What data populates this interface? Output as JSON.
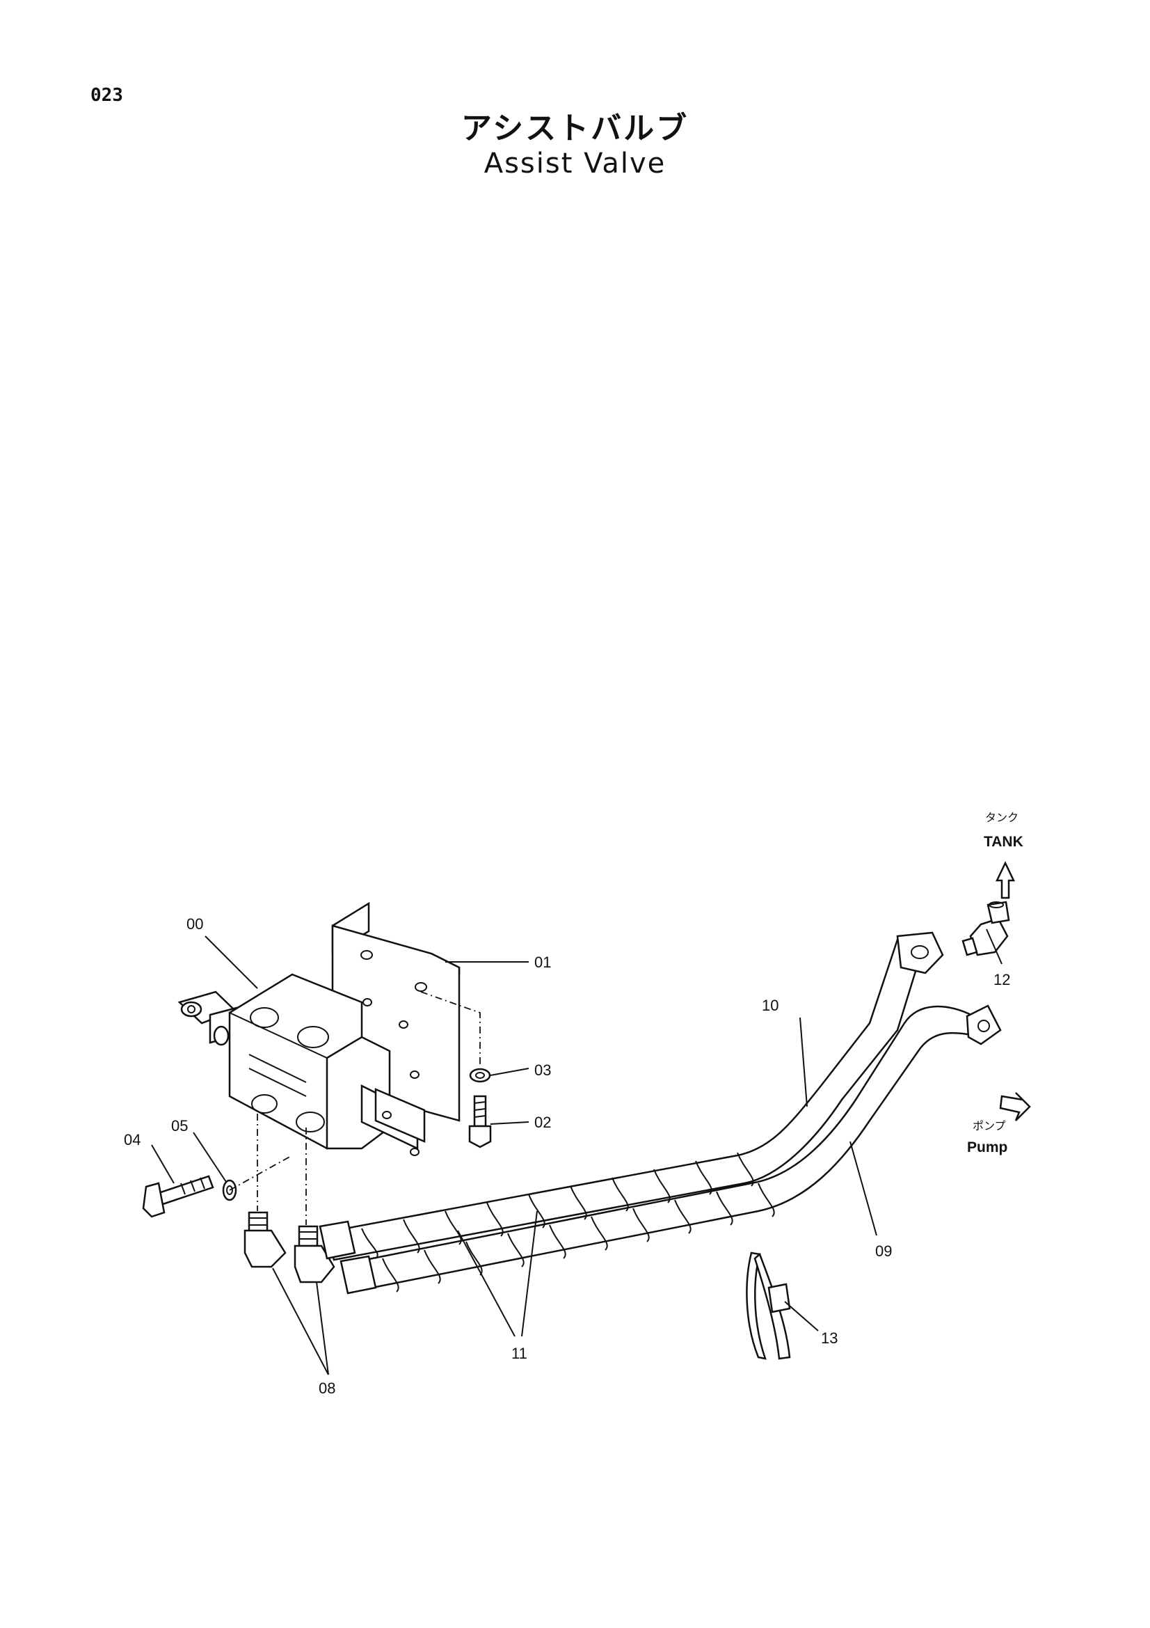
{
  "header": {
    "page_number": "023",
    "title_jp": "アシストバルブ",
    "title_en": "Assist Valve"
  },
  "ports": {
    "tank_jp": "タンク",
    "tank_en": "TANK",
    "pump_jp": "ポンプ",
    "pump_en": "Pump"
  },
  "callouts": {
    "c00": "00",
    "c01": "01",
    "c02": "02",
    "c03": "03",
    "c04": "04",
    "c05": "05",
    "c08": "08",
    "c09": "09",
    "c10": "10",
    "c11": "11",
    "c12": "12",
    "c13": "13"
  },
  "colors": {
    "ink": "#111111",
    "paper": "#ffffff"
  }
}
